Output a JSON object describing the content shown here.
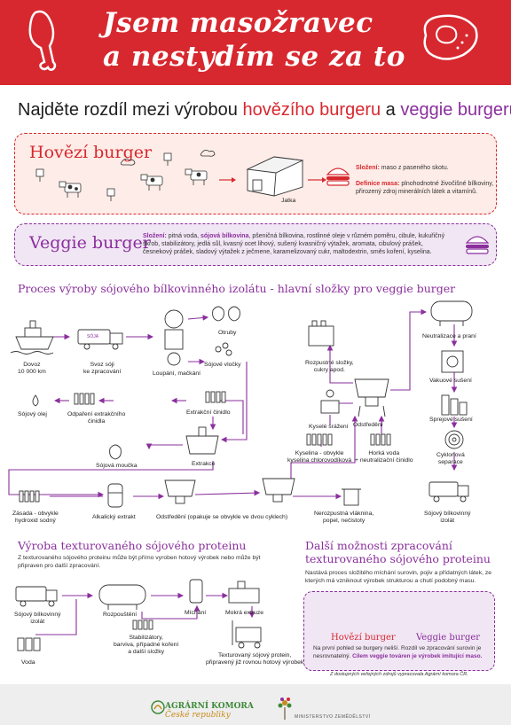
{
  "header": {
    "title_line1": "Jsem masožravec",
    "title_line2": "a nestydím se za to"
  },
  "subtitle": {
    "part1": "Najděte rozdíl mezi výrobou ",
    "beef": "hovězího burgeru",
    "mid": " a ",
    "veggie": "veggie burgeru"
  },
  "beef_box": {
    "title": "Hovězí burger",
    "slaughter_label": "Jatka",
    "composition_label": "Složení:",
    "composition_text": "maso z paseného skotu.",
    "definition_label": "Definice masa:",
    "definition_text": "plnohodnotné živočišné bílkoviny, přirozený zdroj minerálních látek a vitamínů."
  },
  "veg_box": {
    "title": "Veggie burger",
    "composition_label": "Složení:",
    "text_before": "pitná voda, ",
    "highlight": "sójová bílkovina",
    "text_after": ", pšeničná bílkovina, rostlinné oleje v různém poměru, cibule, kukuřičný škrob, stabilizátory, jedlá sůl, kvasný ocet lihový, sušený kvasničný výtažek, aromata, cibulový prášek, česnekový prášek, sladový výtažek z ječmene, karamelizovaný cukr, maltodextrin, směs koření, kyselina."
  },
  "process": {
    "title": "Proces výroby sójového bílkovinného izolátu - hlavní složky pro veggie burger",
    "steps": {
      "dovoz": "Dovoz\n10 000 km",
      "svoz": "Svoz sóji\nke zpracování",
      "soja_label": "SÓJA",
      "louponi": "Loupání, mačkání",
      "otruby": "Otruby",
      "vlocky": "Sójové vločky",
      "rozpustne": "Rozpustné složky,\ncukry apod.",
      "neutralizace": "Neutralizace a praní",
      "vakuove": "Vakuové sušení",
      "sojovy_olej": "Sójový olej",
      "odpareni": "Odpaření extrakčního\nčinidla",
      "extrakcni": "Extrakční činidlo",
      "kysele": "Kyselé srážení",
      "odstredeni1": "Odstředění",
      "sprejove": "Sprejové sušení",
      "moucka": "Sójová moučka",
      "extrakce": "Extrakce",
      "kyselina": "Kyselina - obvykle\nkyselina chlorovodíková",
      "horka": "Horká voda\n+ neutralizační činidlo",
      "cyklonova": "Cyklonová\nseparace",
      "zasada": "Zásada - obvykle\nhydroxid sodný",
      "alkalicky": "Alkalický extrakt",
      "odstredeni2": "Odstředění (opakuje se obvykle ve dvou cyklech)",
      "nerozpustna": "Nerozpustná vláknina,\npopel, nečistoty",
      "izolat": "Sójový bílkovinný\nizolát"
    }
  },
  "texture": {
    "title": "Výroba texturovaného sójového proteinu",
    "intro": "Z texturovaného sójového proteinu může být přímo vyroben hotový výrobek nebo může být připraven pro další zpracování.",
    "izolat": "Sójový bílkovinný\nizolát",
    "voda": "Voda",
    "rozpousteni": "Rozpouštění",
    "michani": "Míchání",
    "extruze": "Mokrá extruze",
    "stabilizatory": "Stabilizátory,\nbarviva, případné koření\na další složky",
    "protein": "Texturovaný sójový protein,\npřipravený již rovnou hotový výrobek"
  },
  "further": {
    "title": "Další možnosti zpracování\ntexturovaného sójového proteinu",
    "text": "Nastává proces složitého míchání surovin, pojiv a přídatných látek, ze kterých má vzniknout výrobek strukturou a chutí podobný masu.",
    "beef": "Hovězí burger",
    "veggie": "Veggie burger",
    "compare_text": "Na první pohled se burgery neliší. Rozdíl ve zpracování surovin je nesrovnatelný. ",
    "compare_bold": "Cílem veggie továren je výrobek imitující maso."
  },
  "footnote": "Z dostupných veřejných zdrojů vypracovala Agrární komora ČR.",
  "footer": {
    "logo1_line1": "AGRÁRNÍ KOMORA",
    "logo1_line2": "České republiky",
    "logo2": "MINISTERSTVO ZEMĚDĚLSTVÍ"
  },
  "colors": {
    "red": "#d7282f",
    "violet": "#8a2f9c",
    "beef_bg": "#fdece7",
    "veg_bg": "#f1e6f4"
  }
}
